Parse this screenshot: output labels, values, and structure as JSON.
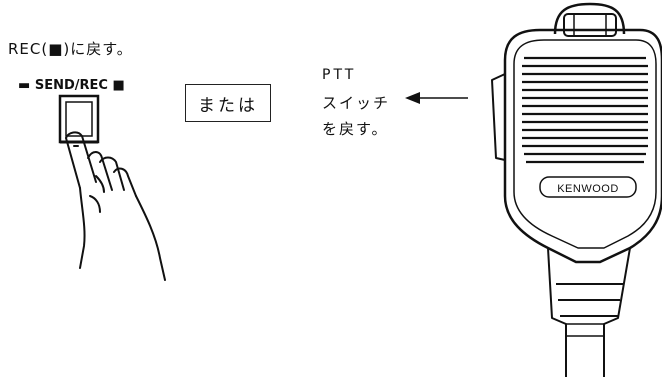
{
  "instruction": {
    "rec_text": "REC(■)に戻す。"
  },
  "switch": {
    "label_left_glyph": "▬",
    "label": "SEND/REC",
    "label_right_glyph": "■"
  },
  "or_box": {
    "text": "または"
  },
  "ptt_note": {
    "line1": "PTT",
    "line2": "スイッチ",
    "line3": "を戻す。"
  },
  "microphone": {
    "brand": "KENWOOD"
  }
}
